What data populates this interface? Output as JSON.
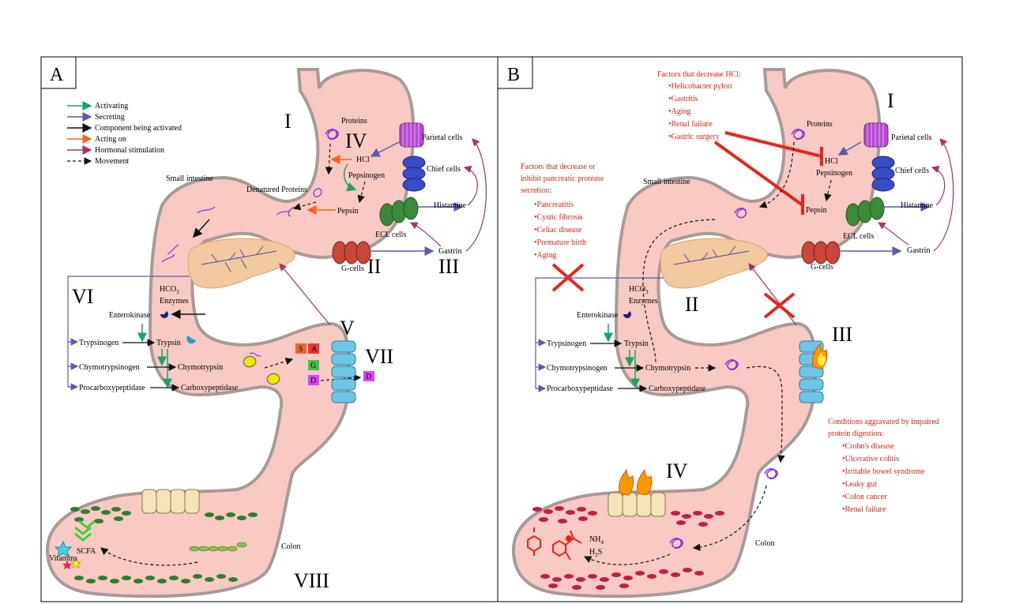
{
  "panel_a": {
    "letter": "A",
    "legend": [
      {
        "label": "Activating",
        "color": "#1aa36a",
        "style": "solid"
      },
      {
        "label": "Secreting",
        "color": "#5a5ab0",
        "style": "solid"
      },
      {
        "label": "Component being activated",
        "color": "#111111",
        "style": "solid"
      },
      {
        "label": "Acting on",
        "color": "#f26522",
        "style": "solid"
      },
      {
        "label": "Hormonal stimulation",
        "color": "#b0306a",
        "style": "solid"
      },
      {
        "label": "Movement",
        "color": "#111111",
        "style": "dashed"
      }
    ],
    "numerals": {
      "i": "I",
      "ii": "II",
      "iii": "III",
      "iv": "IV",
      "v": "V",
      "vi": "VI",
      "vii": "VII",
      "viii": "VIII"
    },
    "labels": {
      "proteins": "Proteins",
      "hcl": "HCl",
      "pepsinogen": "Pepsinogen",
      "pepsin": "Pepsin",
      "denatured_proteins": "Denatured Proteins",
      "small_intestine": "Small intestine",
      "parietal_cells": "Parietal cells",
      "chief_cells": "Chief cells",
      "histamine": "Histamine",
      "ecl_cells": "ECL cells",
      "gastrin": "Gastrin",
      "g_cells": "G-cells",
      "hco3": "HCO",
      "hco3_sub": "3",
      "enzymes": "Enzymes",
      "enterokinase": "Enterokinase",
      "trypsinogen": "Trypsinogen",
      "trypsin": "Trypsin",
      "chymotrypsinogen": "Chymotrypsinogen",
      "chymotrypsin": "Chymotrypsin",
      "procarboxypeptidase": "Procarboxypeptidase",
      "carboxypeptidase": "Carboxypeptidase",
      "aa_s": "S",
      "aa_a": "A",
      "aa_g": "G",
      "aa_d": "D",
      "aa_d2": "D",
      "colon": "Colon",
      "scfa": "SCFA",
      "vitamins": "Vitamins"
    }
  },
  "panel_b": {
    "letter": "B",
    "numerals": {
      "i": "I",
      "ii": "II",
      "iii": "III",
      "iv": "IV"
    },
    "hcl_factors_title": "Factors that decrease HCl:",
    "hcl_factors": [
      "•Helicobacter pylori",
      "•Gastritis",
      "•Aging",
      "•Renal failure",
      "•Gastric surgery"
    ],
    "pancreatic_factors_title": [
      "Factors that decrease or",
      "inhibit pancreatic protease",
      "secretion:"
    ],
    "pancreatic_factors": [
      "•Pancreatitis",
      "•Cystic fibrosis",
      "•Celiac disease",
      "•Premature birth",
      "•Aging"
    ],
    "conditions_title": [
      "Conditions aggravated by impaired",
      "protein digestion:"
    ],
    "conditions": [
      "•Crohn's disease",
      "•Ulcerative colitis",
      "•Irritable bowel syndrome",
      "•Leaky gut",
      "•Colon cancer",
      "•Renal failure"
    ],
    "labels": {
      "proteins": "Proteins",
      "hcl": "HCl",
      "pepsinogen": "Pepsinogen",
      "pepsin": "Pepsin",
      "small_intestine": "Small intestine",
      "parietal_cells": "Parietal cells",
      "chief_cells": "Chief cells",
      "histamine": "Histamine",
      "ecl_cells": "ECL cells",
      "gastrin": "Gastrin",
      "g_cells": "G-cells",
      "hco3": "HCO",
      "hco3_sub": "3",
      "enzymes": "Enzymes",
      "enterokinase": "Enterokinase",
      "trypsinogen": "Trypsinogen",
      "trypsin": "Trypsin",
      "chymotrypsinogen": "Chymotrypsinogen",
      "chymotrypsin": "Chymotrypsin",
      "procarboxypeptidase": "Procarboxypeptidase",
      "carboxypeptidase": "Carboxypeptidase",
      "colon": "Colon",
      "nh4": "NH",
      "nh4_sub": "4",
      "h2s": "H",
      "h2s_sub": "2",
      "h2s_rest": "S"
    }
  },
  "colors": {
    "gut_fill": "#f9c9c4",
    "gut_stroke": "#a89a98",
    "activating": "#1aa36a",
    "secreting": "#5a5ab0",
    "acting_on": "#f26522",
    "hormonal": "#b0306a",
    "inhibition": "#e8251b",
    "pancreas": "#f3c9a0",
    "healthy_bacteria": "#2e7d32",
    "harmful_bacteria": "#c0203a"
  }
}
